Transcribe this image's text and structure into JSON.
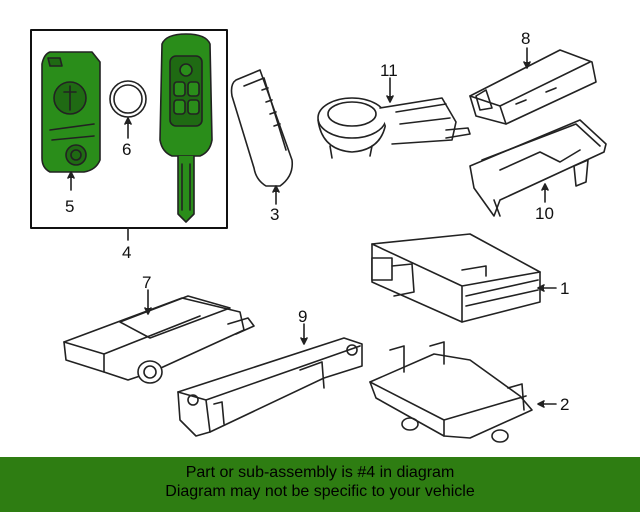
{
  "diagram": {
    "callouts": {
      "c1": "1",
      "c2": "2",
      "c3": "3",
      "c4": "4",
      "c5": "5",
      "c6": "6",
      "c7": "7",
      "c8": "8",
      "c9": "9",
      "c10": "10",
      "c11": "11"
    },
    "colors": {
      "highlight": "#2e7d12",
      "line": "#222222"
    }
  },
  "banner": {
    "line1": "Part or sub-assembly is #4 in diagram",
    "line2": "Diagram may not be specific to your vehicle"
  }
}
